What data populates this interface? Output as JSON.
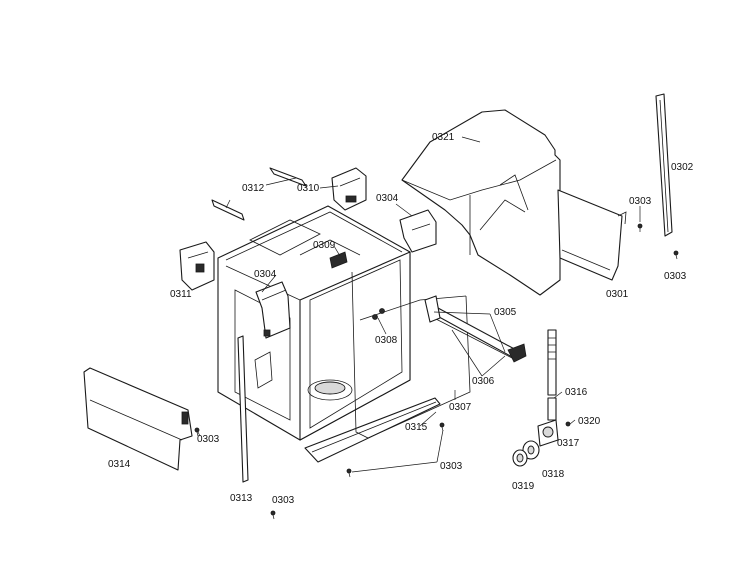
{
  "diagram": {
    "callouts": {
      "c0301": "0301",
      "c0302": "0302",
      "c0303_top": "0303",
      "c0303_right": "0303",
      "c0303_left": "0303",
      "c0303_bottom": "0303",
      "c0303_center": "0303",
      "c0304_left": "0304",
      "c0304_right": "0304",
      "c0305": "0305",
      "c0306": "0306",
      "c0307": "0307",
      "c0308": "0308",
      "c0309": "0309",
      "c0310": "0310",
      "c0311": "0311",
      "c0312": "0312",
      "c0313": "0313",
      "c0314": "0314",
      "c0315": "0315",
      "c0316": "0316",
      "c0317": "0317",
      "c0318": "0318",
      "c0319": "0319",
      "c0320": "0320",
      "c0321": "0321"
    }
  }
}
